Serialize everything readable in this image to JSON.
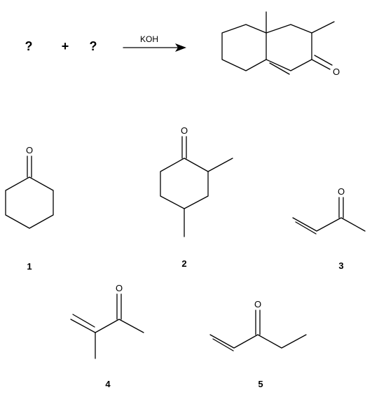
{
  "reaction": {
    "reactant_1": "?",
    "plus_sign": "+",
    "reactant_2": "?",
    "reagent": "KOH"
  },
  "atoms": {
    "oxygen": "O"
  },
  "compounds": [
    {
      "number": "1"
    },
    {
      "number": "2"
    },
    {
      "number": "3"
    },
    {
      "number": "4"
    },
    {
      "number": "5"
    }
  ]
}
